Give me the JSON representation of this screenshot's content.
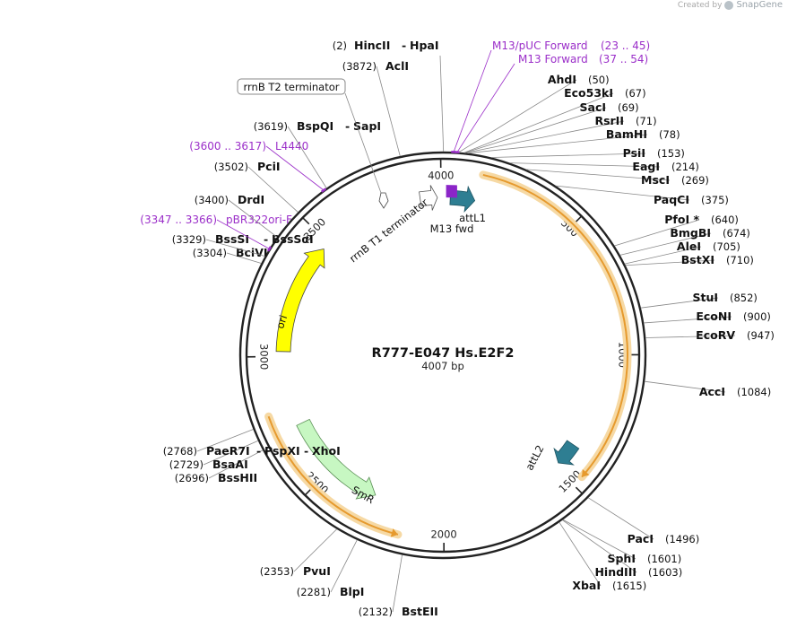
{
  "branding": {
    "created_by": "Created by",
    "app_name": "SnapGene",
    "icon": "snapgene-logo-icon"
  },
  "plasmid": {
    "name": "R777-E047 Hs.E2F2",
    "length_label": "4007 bp",
    "length": 4007
  },
  "ticks": [
    {
      "pos": 500,
      "label": "500"
    },
    {
      "pos": 1000,
      "label": "1000"
    },
    {
      "pos": 1500,
      "label": "1500"
    },
    {
      "pos": 2000,
      "label": "2000"
    },
    {
      "pos": 2500,
      "label": "2500"
    },
    {
      "pos": 3000,
      "label": "3000"
    },
    {
      "pos": 3500,
      "label": "3500"
    },
    {
      "pos": 4000,
      "label": "4000"
    }
  ],
  "features": [
    {
      "name": "attL1",
      "type": "arrow",
      "start": 30,
      "end": 130,
      "color": "#2e7e92"
    },
    {
      "name": "attL2",
      "type": "arrow",
      "start": 1385,
      "end": 1480,
      "color": "#2e7e92"
    },
    {
      "name": "ori",
      "type": "arrow",
      "start": 3020,
      "end": 3470,
      "color": "#ffff00"
    },
    {
      "name": "SmR",
      "type": "arrow",
      "start": 2290,
      "end": 2720,
      "color": "#c7f7c2"
    },
    {
      "name": "rrnB T1 terminator",
      "type": "outline-arrow",
      "start": 3915,
      "end": 3985
    },
    {
      "name": "rrnB T2 terminator",
      "type": "callout"
    },
    {
      "name": "M13 fwd",
      "type": "primer-mark",
      "start": 23,
      "end": 45,
      "color": "#8b25c8"
    }
  ],
  "orfs": [
    {
      "start": 140,
      "end": 1460,
      "color": "#e69a2e"
    },
    {
      "start": 2790,
      "end": 2160,
      "color": "#e69a2e"
    }
  ],
  "sites": [
    {
      "name": "HincII",
      "name2": "HpaI",
      "pos_label": "(2)",
      "pos": 2,
      "kind": "enzyme"
    },
    {
      "name": "M13/pUC Forward",
      "pos_label": "(23 .. 45)",
      "pos": 34,
      "kind": "primer"
    },
    {
      "name": "M13 Forward",
      "pos_label": "(37 .. 54)",
      "pos": 45,
      "kind": "primer"
    },
    {
      "name": "AhdI",
      "pos_label": "(50)",
      "pos": 50,
      "kind": "enzyme"
    },
    {
      "name": "Eco53kI",
      "pos_label": "(67)",
      "pos": 67,
      "kind": "enzyme"
    },
    {
      "name": "SacI",
      "pos_label": "(69)",
      "pos": 69,
      "kind": "enzyme"
    },
    {
      "name": "RsrII",
      "pos_label": "(71)",
      "pos": 71,
      "kind": "enzyme"
    },
    {
      "name": "BamHI",
      "pos_label": "(78)",
      "pos": 78,
      "kind": "enzyme"
    },
    {
      "name": "PsiI",
      "pos_label": "(153)",
      "pos": 153,
      "kind": "enzyme"
    },
    {
      "name": "EagI",
      "pos_label": "(214)",
      "pos": 214,
      "kind": "enzyme"
    },
    {
      "name": "MscI",
      "pos_label": "(269)",
      "pos": 269,
      "kind": "enzyme"
    },
    {
      "name": "PaqCI",
      "pos_label": "(375)",
      "pos": 375,
      "kind": "enzyme"
    },
    {
      "name": "PfoI *",
      "pos_label": "(640)",
      "pos": 640,
      "kind": "enzyme"
    },
    {
      "name": "BmgBI",
      "pos_label": "(674)",
      "pos": 674,
      "kind": "enzyme"
    },
    {
      "name": "AleI",
      "pos_label": "(705)",
      "pos": 705,
      "kind": "enzyme"
    },
    {
      "name": "BstXI",
      "pos_label": "(710)",
      "pos": 710,
      "kind": "enzyme"
    },
    {
      "name": "StuI",
      "pos_label": "(852)",
      "pos": 852,
      "kind": "enzyme"
    },
    {
      "name": "EcoNI",
      "pos_label": "(900)",
      "pos": 900,
      "kind": "enzyme"
    },
    {
      "name": "EcoRV",
      "pos_label": "(947)",
      "pos": 947,
      "kind": "enzyme"
    },
    {
      "name": "AccI",
      "pos_label": "(1084)",
      "pos": 1084,
      "kind": "enzyme"
    },
    {
      "name": "PacI",
      "pos_label": "(1496)",
      "pos": 1496,
      "kind": "enzyme"
    },
    {
      "name": "SphI",
      "pos_label": "(1601)",
      "pos": 1601,
      "kind": "enzyme"
    },
    {
      "name": "HindIII",
      "pos_label": "(1603)",
      "pos": 1603,
      "kind": "enzyme"
    },
    {
      "name": "XbaI",
      "pos_label": "(1615)",
      "pos": 1615,
      "kind": "enzyme"
    },
    {
      "name": "BstEII",
      "pos_label": "(2132)",
      "pos": 2132,
      "kind": "enzyme"
    },
    {
      "name": "BlpI",
      "pos_label": "(2281)",
      "pos": 2281,
      "kind": "enzyme"
    },
    {
      "name": "PvuI",
      "pos_label": "(2353)",
      "pos": 2353,
      "kind": "enzyme"
    },
    {
      "name": "BssHII",
      "pos_label": "(2696)",
      "pos": 2696,
      "kind": "enzyme"
    },
    {
      "name": "BsaAI",
      "pos_label": "(2729)",
      "pos": 2729,
      "kind": "enzyme"
    },
    {
      "name": "PaeR7I",
      "name2": "PspXI",
      "name3": "XhoI",
      "pos_label": "(2768)",
      "pos": 2768,
      "kind": "enzyme"
    },
    {
      "name": "BciVI",
      "pos_label": "(3304)",
      "pos": 3304,
      "kind": "enzyme"
    },
    {
      "name": "BssSI",
      "name2": "BssSαI",
      "pos_label": "(3329)",
      "pos": 3329,
      "kind": "enzyme"
    },
    {
      "name": "pBR322ori-F",
      "pos_label": "(3347 .. 3366)",
      "pos": 3356,
      "kind": "primer"
    },
    {
      "name": "DrdI",
      "pos_label": "(3400)",
      "pos": 3400,
      "kind": "enzyme"
    },
    {
      "name": "PciI",
      "pos_label": "(3502)",
      "pos": 3502,
      "kind": "enzyme"
    },
    {
      "name": "L4440",
      "pos_label": "(3600 .. 3617)",
      "pos": 3608,
      "kind": "primer"
    },
    {
      "name": "BspQI",
      "name2": "SapI",
      "pos_label": "(3619)",
      "pos": 3619,
      "kind": "enzyme"
    },
    {
      "name": "AclI",
      "pos_label": "(3872)",
      "pos": 3872,
      "kind": "enzyme"
    }
  ],
  "colors": {
    "primer": "#9b2fc9",
    "backbone": "#222222",
    "orf": "#e69a2e",
    "orf_halo": "#f6d9a4"
  }
}
